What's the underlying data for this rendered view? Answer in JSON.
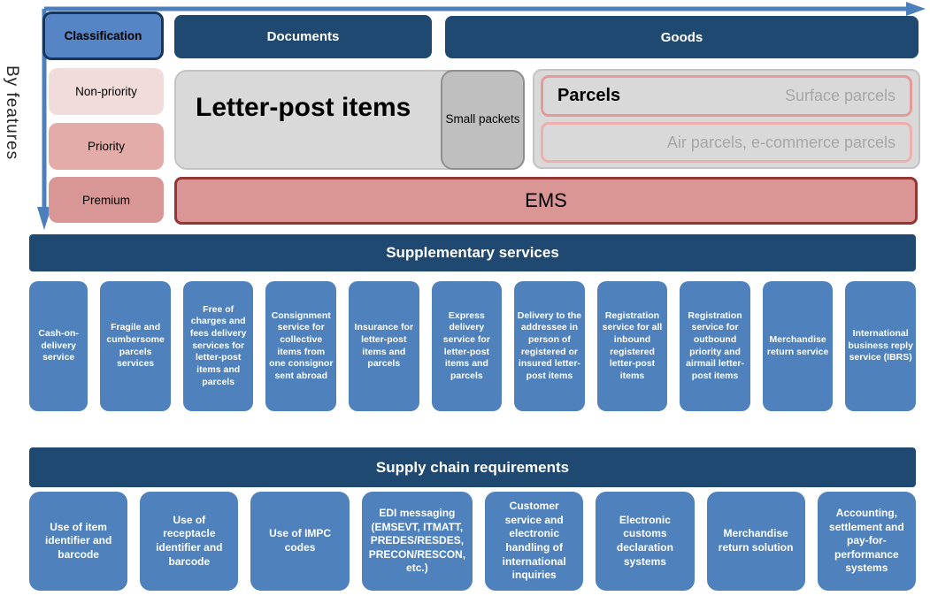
{
  "axis": {
    "by_features_label": "By features"
  },
  "classification": {
    "label": "Classification"
  },
  "content_headers": {
    "documents": "Documents",
    "goods": "Goods"
  },
  "feature_rows": [
    {
      "label": "Non-priority",
      "color": "#F2DCDB"
    },
    {
      "label": "Priority",
      "color": "#E3ACA9"
    },
    {
      "label": "Premium",
      "color": "#D89795"
    }
  ],
  "products": {
    "letter_post": "Letter-post items",
    "small_packets": "Small packets",
    "parcels": {
      "title": "Parcels",
      "surface": "Surface parcels",
      "air": "Air parcels, e-commerce parcels"
    },
    "ems": "EMS"
  },
  "supplementary": {
    "title": "Supplementary services",
    "items": [
      "Cash-on-delivery service",
      "Fragile and cumbersome parcels services",
      "Free of charges and fees delivery services for letter-post items and parcels",
      "Consignment service for collective items from one consignor sent abroad",
      "Insurance for letter-post items and parcels",
      "Express delivery service for letter-post items and parcels",
      "Delivery to the addressee in person of registered or insured letter-post items",
      "Registration service for all inbound registered letter-post items",
      "Registration service for outbound priority and airmail letter-post items",
      "Merchandise return service",
      "International business reply service (IBRS)"
    ]
  },
  "supply_chain": {
    "title": "Supply chain requirements",
    "items": [
      "Use of item identifier and barcode",
      "Use of receptacle identifier and barcode",
      "Use of IMPC codes",
      "EDI messaging (EMSEVT, ITMATT, PREDES/RESDES, PRECON/RESCON, etc.)",
      "Customer service and electronic handling of international inquiries",
      "Electronic customs declaration systems",
      "Merchandise return solution",
      "Accounting, settlement and pay-for-performance systems"
    ]
  },
  "colors": {
    "navy": "#1F4971",
    "item_blue": "#4F81BD",
    "classification_blue": "#5585C4",
    "classification_border": "#17365D",
    "arrow_blue": "#4C7FBC",
    "non_priority_pink": "#F2DCDB",
    "priority_pink": "#E3ACA9",
    "premium_pink": "#D89795",
    "ems_fill": "#D99694",
    "ems_border": "#943634",
    "gray_fill": "#D9D9D9",
    "small_packets_fill": "#BFBFBF",
    "parcels_inner_border": "#E29B98",
    "muted_text": "#A6A6A6"
  }
}
